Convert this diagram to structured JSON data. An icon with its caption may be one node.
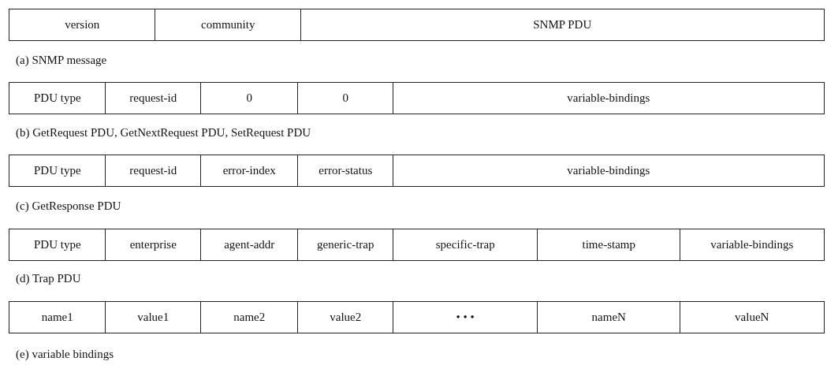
{
  "diagram": {
    "nodes": [
      {
        "text": [
          "version"
        ]
      },
      {
        "text": [
          "community"
        ]
      },
      {
        "text": [
          "SNMP PDU"
        ]
      },
      {
        "text": [
          "PDU type"
        ]
      },
      {
        "text": [
          "request-id"
        ]
      },
      {
        "text": [
          "0"
        ]
      },
      {
        "text": [
          "0"
        ]
      },
      {
        "text": [
          "variable-bindings"
        ]
      },
      {
        "text": [
          "PDU type"
        ]
      },
      {
        "text": [
          "request-id"
        ]
      },
      {
        "text": [
          "error-index"
        ]
      },
      {
        "text": [
          "error-status"
        ]
      },
      {
        "text": [
          "variable-bindings"
        ]
      },
      {
        "text": [
          "PDU type"
        ]
      },
      {
        "text": [
          "enterprise"
        ]
      },
      {
        "text": [
          "agent-addr"
        ]
      },
      {
        "text": [
          "generic-trap"
        ]
      },
      {
        "text": [
          "specific-trap"
        ]
      },
      {
        "text": [
          "time-stamp"
        ]
      },
      {
        "text": [
          "variable-bindings"
        ]
      },
      {
        "text": [
          "name1"
        ]
      },
      {
        "text": [
          "value1"
        ]
      },
      {
        "text": [
          "name2"
        ]
      },
      {
        "text": [
          "value2"
        ]
      },
      {
        "text": [
          "• • •"
        ]
      },
      {
        "text": [
          "nameN"
        ]
      },
      {
        "text": [
          "valueN"
        ]
      }
    ],
    "edges": [],
    "labels": [
      "(a) SNMP message",
      "(b) GetRequest PDU, GetNextRequest PDU, SetRequest PDU",
      "(c) GetResponse PDU",
      "(d) Trap PDU",
      "(e) variable bindings"
    ]
  }
}
